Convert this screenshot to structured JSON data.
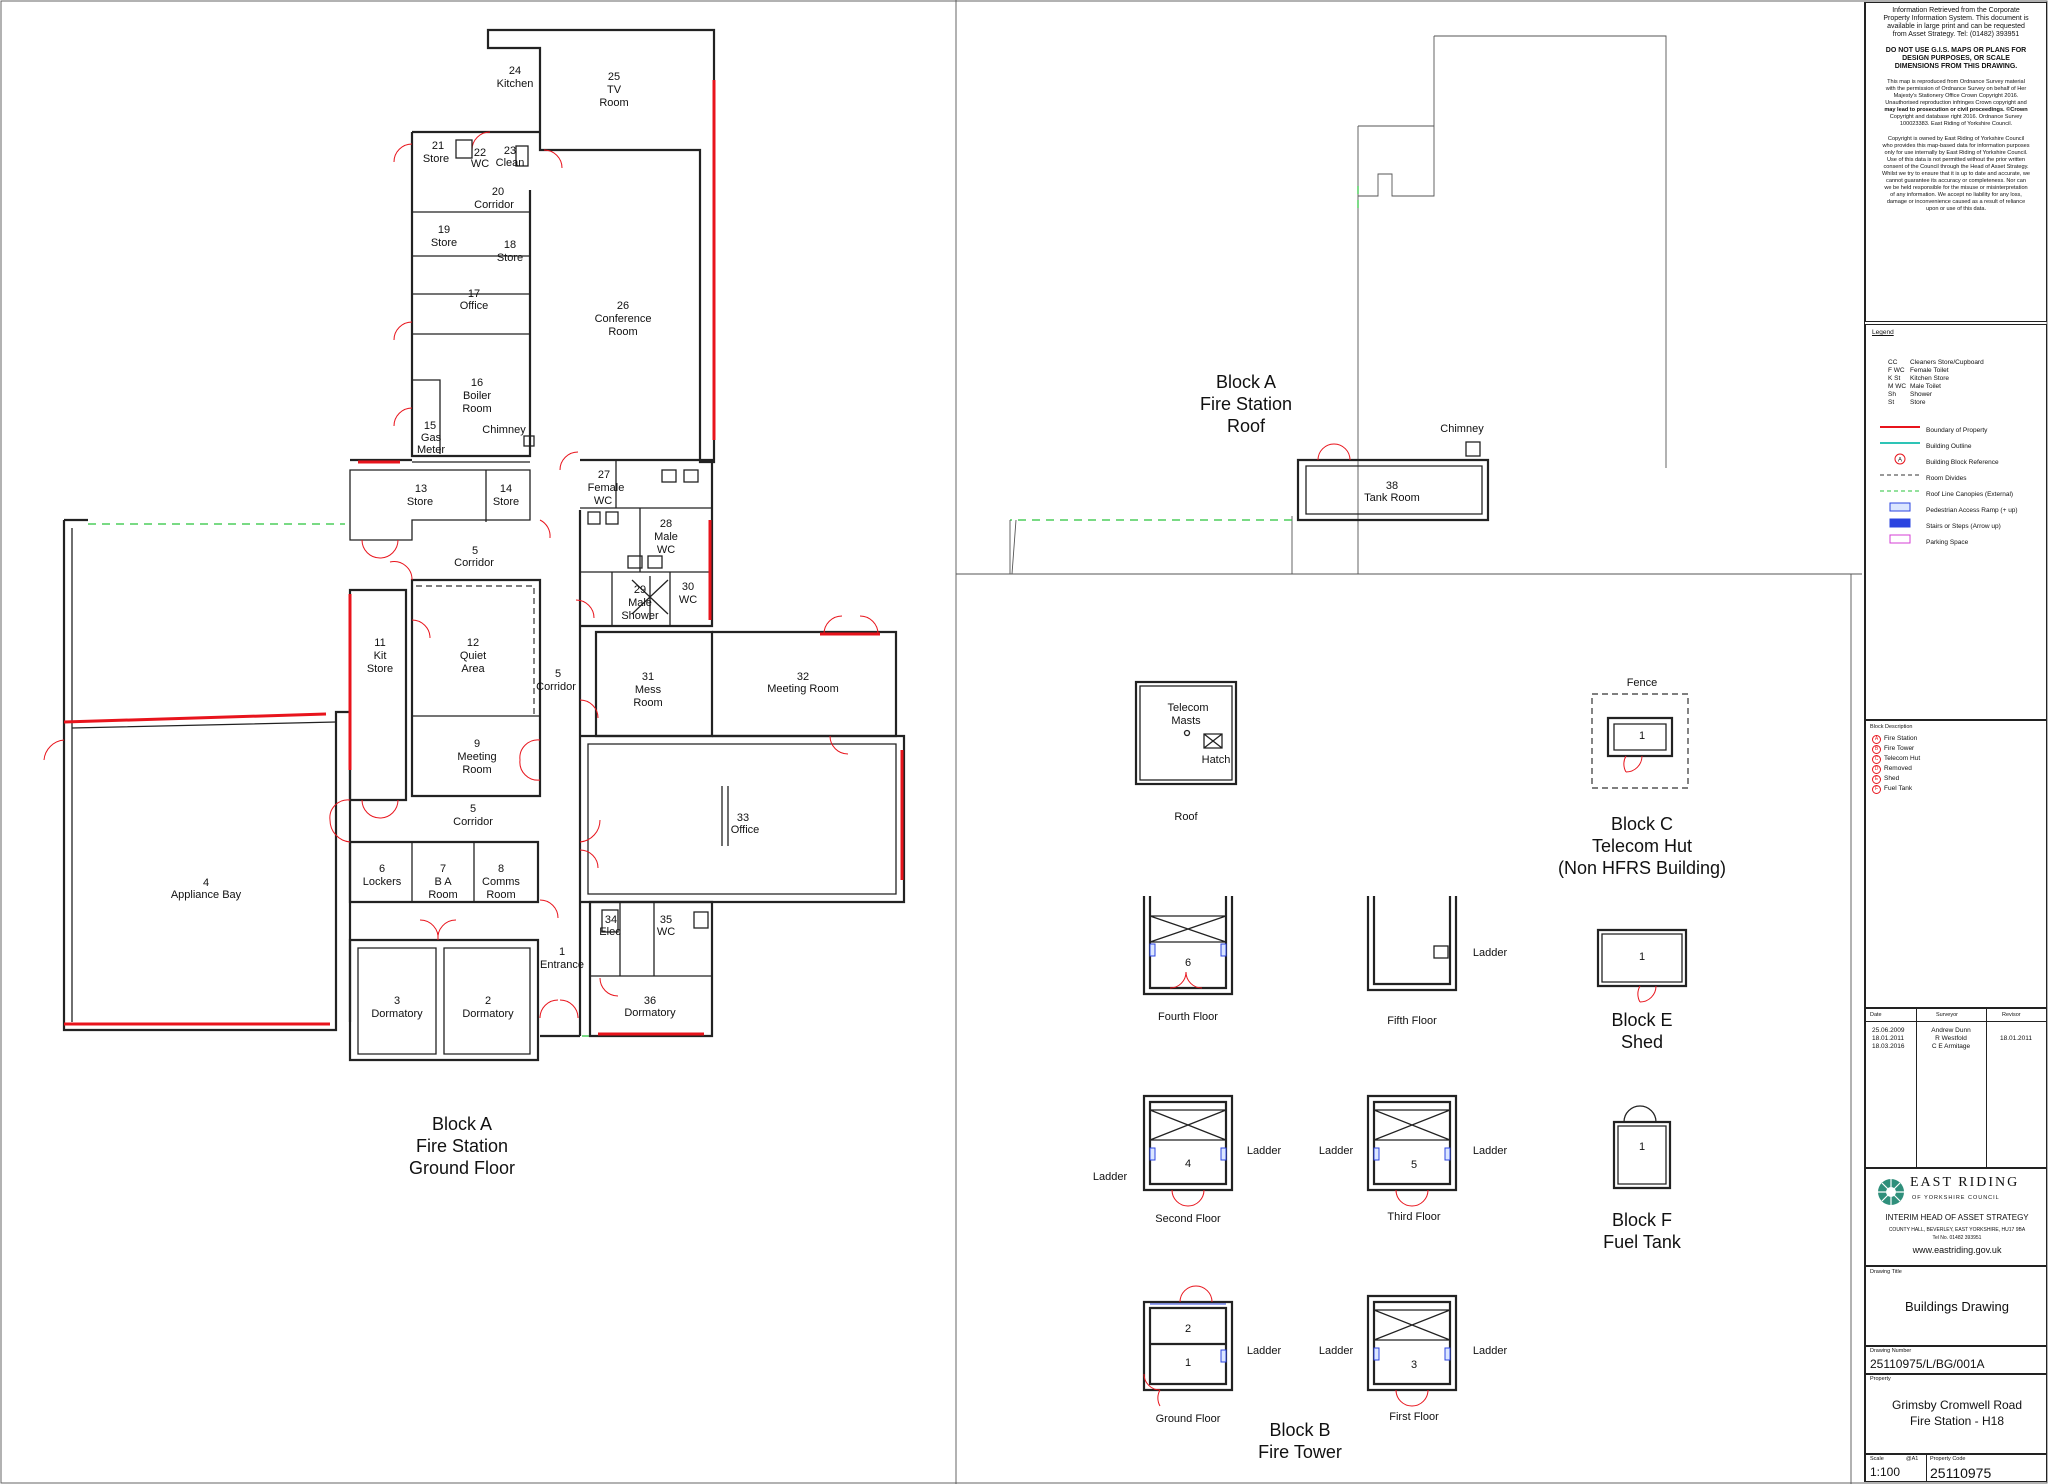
{
  "rooms": {
    "r24": {
      "num": "24",
      "name": "Kitchen"
    },
    "r25": {
      "num": "25",
      "name1": "TV",
      "name2": "Room"
    },
    "r21": {
      "num": "21",
      "name": "Store"
    },
    "r22": {
      "num": "22",
      "name": "WC"
    },
    "r23": {
      "num": "23",
      "name": "Clean"
    },
    "r20": {
      "num": "20",
      "name": "Corridor"
    },
    "r19": {
      "num": "19",
      "name": "Store"
    },
    "r18": {
      "num": "18",
      "name": "Store"
    },
    "r17": {
      "num": "17",
      "name": "Office"
    },
    "r26": {
      "num": "26",
      "name1": "Conference",
      "name2": "Room"
    },
    "r16": {
      "num": "16",
      "name1": "Boiler",
      "name2": "Room"
    },
    "r15": {
      "num": "15",
      "name1": "Gas",
      "name2": "Meter"
    },
    "chimney": "Chimney",
    "r13": {
      "num": "13",
      "name": "Store"
    },
    "r14": {
      "num": "14",
      "name": "Store"
    },
    "r27": {
      "num": "27",
      "name1": "Female",
      "name2": "WC"
    },
    "r28": {
      "num": "28",
      "name1": "Male",
      "name2": "WC"
    },
    "r5a": {
      "num": "5",
      "name": "Corridor"
    },
    "r29": {
      "num": "29",
      "name1": "Male",
      "name2": "Shower"
    },
    "r30": {
      "num": "30",
      "name": "WC"
    },
    "r11": {
      "num": "11",
      "name1": "Kit",
      "name2": "Store"
    },
    "r12": {
      "num": "12",
      "name1": "Quiet",
      "name2": "Area"
    },
    "r5b": {
      "num": "5",
      "name": "Corridor"
    },
    "r31": {
      "num": "31",
      "name1": "Mess",
      "name2": "Room"
    },
    "r32": {
      "num": "32",
      "name": "Meeting Room"
    },
    "r9": {
      "num": "9",
      "name1": "Meeting",
      "name2": "Room"
    },
    "r33": {
      "num": "33",
      "name": "Office"
    },
    "r5c": {
      "num": "5",
      "name": "Corridor"
    },
    "r4": {
      "num": "4",
      "name": "Appliance Bay"
    },
    "r6": {
      "num": "6",
      "name": "Lockers"
    },
    "r7": {
      "num": "7",
      "name1": "B A",
      "name2": "Room"
    },
    "r8": {
      "num": "8",
      "name1": "Comms",
      "name2": "Room"
    },
    "r34": {
      "num": "34",
      "name": "Elec"
    },
    "r35": {
      "num": "35",
      "name": "WC"
    },
    "r1": {
      "num": "1",
      "name": "Entrance"
    },
    "r3": {
      "num": "3",
      "name": "Dormatory"
    },
    "r2": {
      "num": "2",
      "name": "Dormatory"
    },
    "r36": {
      "num": "36",
      "name": "Dormatory"
    },
    "r38": {
      "num": "38",
      "name": "Tank Room"
    },
    "chimney2": "Chimney"
  },
  "titles": {
    "ground": [
      "Block A",
      "Fire Station",
      "Ground Floor"
    ],
    "roof": [
      "Block A",
      "Fire Station",
      "Roof"
    ],
    "blockB": [
      "Block B",
      "Fire Tower"
    ],
    "blockC": [
      "Block C",
      "Telecom Hut",
      "(Non HFRS Building)"
    ],
    "blockE": [
      "Block E",
      "Shed"
    ],
    "blockF": [
      "Block F",
      "Fuel Tank"
    ]
  },
  "tower": {
    "telecom_masts": [
      "Telecom",
      "Masts"
    ],
    "hatch": "Hatch",
    "roof": "Roof",
    "fence": "Fence",
    "ladder": "Ladder",
    "floors": {
      "fourth": {
        "label": "Fourth Floor",
        "num": "6"
      },
      "fifth": {
        "label": "Fifth Floor"
      },
      "second": {
        "label": "Second Floor",
        "num": "4"
      },
      "third": {
        "label": "Third Floor",
        "num": "5"
      },
      "ground": {
        "label": "Ground Floor",
        "num_upper": "2",
        "num_lower": "1"
      },
      "first": {
        "label": "First Floor",
        "num": "3"
      }
    },
    "hut_num": "1",
    "shed_num": "1",
    "tank_num": "1"
  },
  "panel": {
    "info_lines": [
      "Information Retrieved from the Corporate",
      "Property Information System. This document is",
      "available in large print and can be requested",
      "from Asset Strategy. Tel: (01482) 393951"
    ],
    "warning_lines": [
      "DO NOT USE G.I.S. MAPS OR PLANS FOR",
      "DESIGN PURPOSES, OR SCALE",
      "DIMENSIONS FROM THIS DRAWING."
    ],
    "os_lines": [
      "This map is reproduced from Ordnance Survey material",
      "with the permission of Ordnance Survey on behalf of Her",
      "Majesty's Stationery Office Crown Copyright 2016.",
      "Unauthorised reproduction infringes Crown copyright and",
      "may lead to prosecution or civil proceedings. ©Crown",
      "Copyright and database right 2016. Ordnance Survey",
      "100023383. East Riding of Yorkshire Council."
    ],
    "copy_lines": [
      "Copyright is owned by East Riding of Yorkshire Council",
      "who provides this map-based data for information purposes",
      "only for use internally by East Riding of Yorkshire Council.",
      "Use of this data is not permitted without the prior written",
      "consent of the Council through the Head of Asset Strategy.",
      "Whilst we try to ensure that it is up to date and accurate, we",
      "cannot guarantee its accuracy or completeness. Nor can",
      "we be held responsible for the misuse or misinterpretation",
      "of any information. We accept no liability for any loss,",
      "damage or inconvenience caused as a result of reliance",
      "upon or use of this data."
    ],
    "legend_title": "Legend",
    "abbrevs": [
      {
        "code": "CC",
        "desc": "Cleaners Store/Cupboard"
      },
      {
        "code": "F WC",
        "desc": "Female Toilet"
      },
      {
        "code": "K St",
        "desc": "Kitchen Store"
      },
      {
        "code": "M WC",
        "desc": "Male Toilet"
      },
      {
        "code": "Sh",
        "desc": "Shower"
      },
      {
        "code": "St",
        "desc": "Store"
      }
    ],
    "symbols": [
      "Boundary of Property",
      "Building Outline",
      "Building Block Reference",
      "Room Divides",
      "Roof Line Canopies (External)",
      "Pedestrian Access Ramp (+ up)",
      "Stairs or Steps (Arrow up)",
      "Parking Space"
    ],
    "symbol_ref_letter": "A",
    "block_desc_title": "Block Description",
    "blocks": [
      {
        "letter": "A",
        "name": "Fire Station"
      },
      {
        "letter": "B",
        "name": "Fire Tower"
      },
      {
        "letter": "C",
        "name": "Telecom Hut"
      },
      {
        "letter": "D",
        "name": "Removed"
      },
      {
        "letter": "E",
        "name": "Shed"
      },
      {
        "letter": "F",
        "name": "Fuel Tank"
      }
    ],
    "rev_headers": [
      "Date",
      "Surveyor",
      "Revisor"
    ],
    "dates": [
      "25.06.2009",
      "18.01.2011",
      "18.03.2016"
    ],
    "surveyors": [
      "Andrew Dunn",
      "R Westfold",
      "C E Armitage"
    ],
    "revisor": "18.01.2011",
    "logo_name": "EAST RIDING",
    "logo_sub": "OF YORKSHIRE COUNCIL",
    "interim": "INTERIM HEAD OF ASSET STRATEGY",
    "address": "COUNTY HALL, BEVERLEY, EAST YORKSHIRE, HU17 9BA",
    "tel": "Tel No. 01482 393951",
    "web": "www.eastriding.gov.uk",
    "drawing_title_label": "Drawing Title",
    "drawing_title": "Buildings Drawing",
    "drawing_number_label": "Drawing Number",
    "drawing_number": "25110975/L/BG/001A",
    "property_label": "Property",
    "property_lines": [
      "Grimsby Cromwell Road",
      "Fire Station - H18"
    ],
    "scale_label": "Scale",
    "paper": "@A1",
    "scale": "1:100",
    "property_code_label": "Property Code",
    "property_code": "25110975"
  },
  "colors": {
    "boundary": "#e8141c",
    "building_outline": "#2ec4b6",
    "canopy": "#29c33b",
    "stairs": "#2b44e0",
    "parking": "#d63fd6"
  }
}
